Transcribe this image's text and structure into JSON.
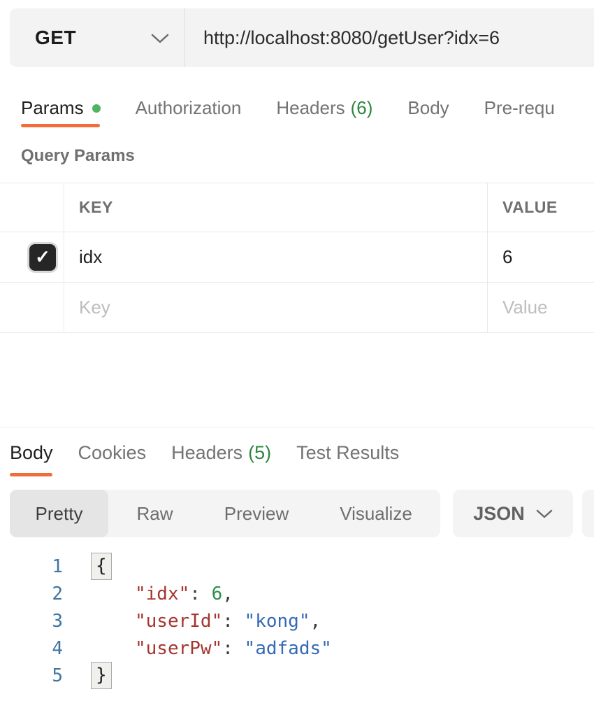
{
  "request": {
    "method": "GET",
    "url": "http://localhost:8080/getUser?idx=6"
  },
  "request_tabs": {
    "params": "Params",
    "authorization": "Authorization",
    "headers": "Headers",
    "headers_count": "(6)",
    "body": "Body",
    "pre_request": "Pre-requ"
  },
  "query_params": {
    "title": "Query Params",
    "columns": {
      "key": "KEY",
      "value": "VALUE"
    },
    "rows": [
      {
        "key": "idx",
        "value": "6",
        "checked": "true"
      }
    ],
    "placeholder_row": {
      "key": "Key",
      "value": "Value"
    }
  },
  "response_tabs": {
    "body": "Body",
    "cookies": "Cookies",
    "headers": "Headers",
    "headers_count": "(5)",
    "test_results": "Test Results"
  },
  "response_toolbar": {
    "views": [
      "Pretty",
      "Raw",
      "Preview",
      "Visualize"
    ],
    "active_view": "Pretty",
    "format": "JSON"
  },
  "response_body": {
    "line_numbers": [
      "1",
      "2",
      "3",
      "4",
      "5"
    ],
    "open_brace": "{",
    "close_brace": "}",
    "entries": [
      {
        "key": "\"idx\"",
        "sep": ": ",
        "value": "6",
        "comma": ",",
        "type": "number"
      },
      {
        "key": "\"userId\"",
        "sep": ": ",
        "value": "\"kong\"",
        "comma": ",",
        "type": "string"
      },
      {
        "key": "\"userPw\"",
        "sep": ": ",
        "value": "\"adfads\"",
        "comma": "",
        "type": "string"
      }
    ]
  },
  "icons": {
    "checkmark": "✓"
  },
  "colors": {
    "accent_orange": "#F26B3B",
    "green_dot": "#4FB45F",
    "count_green": "#2E8540",
    "code_line_number": "#3D76A3",
    "code_key": "#A5352F",
    "code_string": "#3569B5",
    "code_number": "#2B9149"
  }
}
